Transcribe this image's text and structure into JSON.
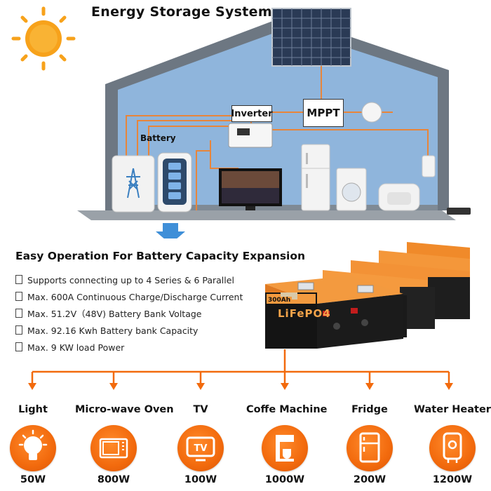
{
  "title": "Energy Storage System",
  "diagram_labels": {
    "inverter": "Inverter",
    "mppt": "MPPT",
    "battery": "Battery"
  },
  "battery_product": {
    "capacity_badge": "300Ah",
    "brand_text": "LiFePO4"
  },
  "section_heading": "Easy Operation For Battery Capacity Expansion",
  "features": [
    "Supports connecting up to 4 Series & 6 Parallel",
    "Max. 600A Continuous Charge/Discharge Current",
    "Max. 51.2V（48V)    Battery Bank Voltage",
    "Max. 92.16 Kwh Battery bank Capacity",
    "Max. 9 KW load Power"
  ],
  "appliances": [
    {
      "name": "Light",
      "power": "50W",
      "icon": "light-bulb-icon"
    },
    {
      "name": "Micro-wave Oven",
      "power": "800W",
      "icon": "microwave-icon"
    },
    {
      "name": "TV",
      "power": "100W",
      "icon": "tv-icon"
    },
    {
      "name": "Coffe Machine",
      "power": "1000W",
      "icon": "coffee-machine-icon"
    },
    {
      "name": "Fridge",
      "power": "200W",
      "icon": "fridge-icon"
    },
    {
      "name": "Water Heater",
      "power": "1200W",
      "icon": "water-heater-icon"
    }
  ],
  "colors": {
    "accent_orange": "#f26a0d",
    "house_blue": "#8fb5dc",
    "roof_gray": "#6f7a86",
    "arrow_blue": "#3f8fd8"
  }
}
